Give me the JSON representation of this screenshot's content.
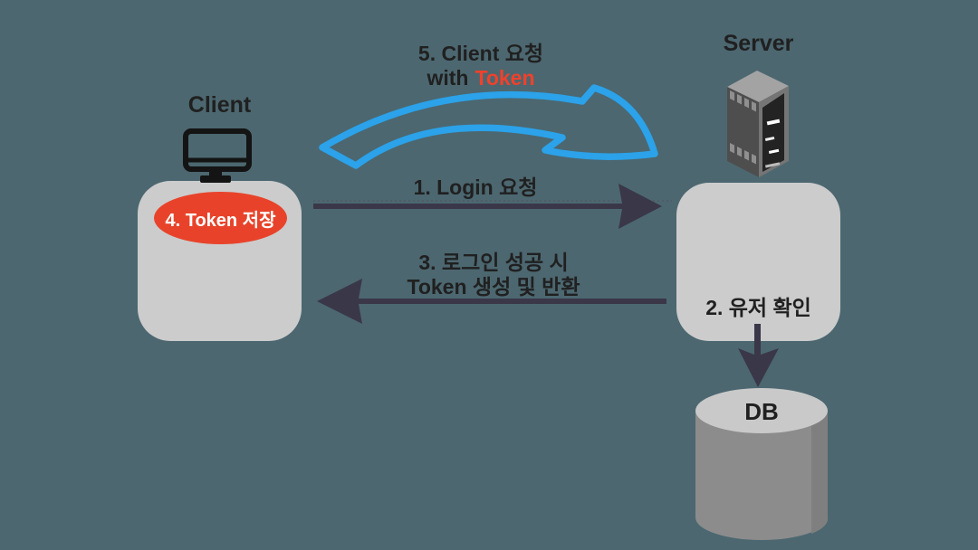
{
  "colors": {
    "background": "#4C6770",
    "box_gray": "#CCCCCC",
    "arrow_dark": "#3A3749",
    "accent_blue": "#2BA2E9",
    "badge_red": "#E8432A",
    "token_red": "#F0412B",
    "db_body": "#8C8C8C",
    "db_top": "#C9C9C9",
    "text_dark": "#202020"
  },
  "client": {
    "label": "Client",
    "badge": "4. Token 저장",
    "icon": "monitor-icon"
  },
  "server": {
    "label": "Server",
    "note": "2. 유저 확인",
    "icon": "server-rack-icon"
  },
  "database": {
    "label": "DB",
    "icon": "database-cylinder-icon"
  },
  "steps": {
    "step1": {
      "label": "1. Login 요청",
      "direction": "client-to-server"
    },
    "step3": {
      "line1": "3. 로그인 성공 시",
      "line2": "Token 생성 및 반환",
      "direction": "server-to-client"
    },
    "step5": {
      "line1": "5. Client 요청",
      "line2_prefix": "with",
      "line2_token": "Token",
      "direction": "client-to-server"
    }
  }
}
